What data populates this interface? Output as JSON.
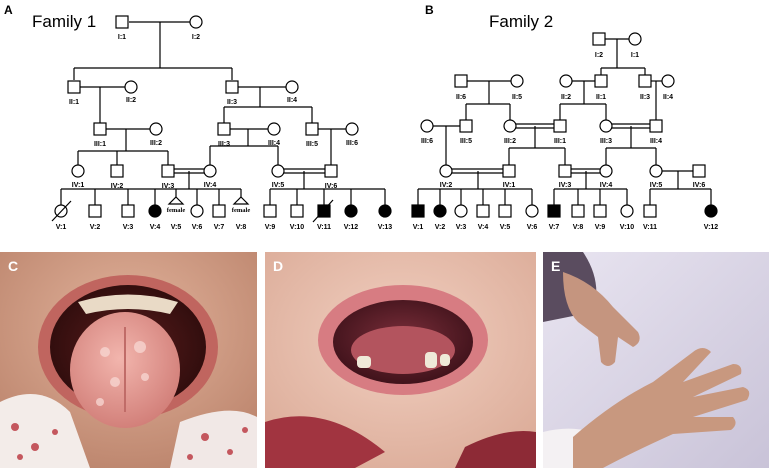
{
  "panels": {
    "A": {
      "letter": "A",
      "title": "Family 1",
      "labels": {
        "I1": "I:1",
        "I2": "I:2",
        "II1": "II:1",
        "II2": "II:2",
        "II3": "II:3",
        "II4": "II:4",
        "III1": "III:1",
        "III2": "III:2",
        "III3": "III:3",
        "III4": "III:4",
        "III5": "III:5",
        "III6": "III:6",
        "IV1": "IV:1",
        "IV2": "IV:2",
        "IV3": "IV:3",
        "IV4": "IV:4",
        "IV5": "IV:5",
        "IV6": "IV:6",
        "V1": "V:1",
        "V2": "V:2",
        "V3": "V:3",
        "V4": "V:4",
        "V5": "V:5",
        "V6": "V:6",
        "V7": "V:7",
        "V8": "V:8",
        "V9": "V:9",
        "V10": "V:10",
        "V11": "V:11",
        "V12": "V:12",
        "V13": "V:13",
        "female1": "female",
        "female2": "female"
      }
    },
    "B": {
      "letter": "B",
      "title": "Family 2",
      "labels": {
        "I1": "I:1",
        "I2": "I:2",
        "II1": "II:1",
        "II2": "II:2",
        "II3": "II:3",
        "II4": "II:4",
        "II5": "II:5",
        "II6": "II:6",
        "III1": "III:1",
        "III2": "III:2",
        "III3": "III:3",
        "III4": "III:4",
        "III5": "III:5",
        "III6": "III:6",
        "IV1": "IV:1",
        "IV2": "IV:2",
        "IV3": "IV:3",
        "IV4": "IV:4",
        "IV5": "IV:5",
        "IV6": "IV:6",
        "V1": "V:1",
        "V2": "V:2",
        "V3": "V:3",
        "V4": "V:4",
        "V5": "V:5",
        "V6": "V:6",
        "V7": "V:7",
        "V8": "V:8",
        "V9": "V:9",
        "V10": "V:10",
        "V11": "V:11",
        "V12": "V:12"
      }
    },
    "C": {
      "letter": "C"
    },
    "D": {
      "letter": "D"
    },
    "E": {
      "letter": "E"
    }
  },
  "colors": {
    "line": "#000000",
    "affected": "#000000",
    "unaffected": "#ffffff",
    "letters": "#ffffff"
  }
}
